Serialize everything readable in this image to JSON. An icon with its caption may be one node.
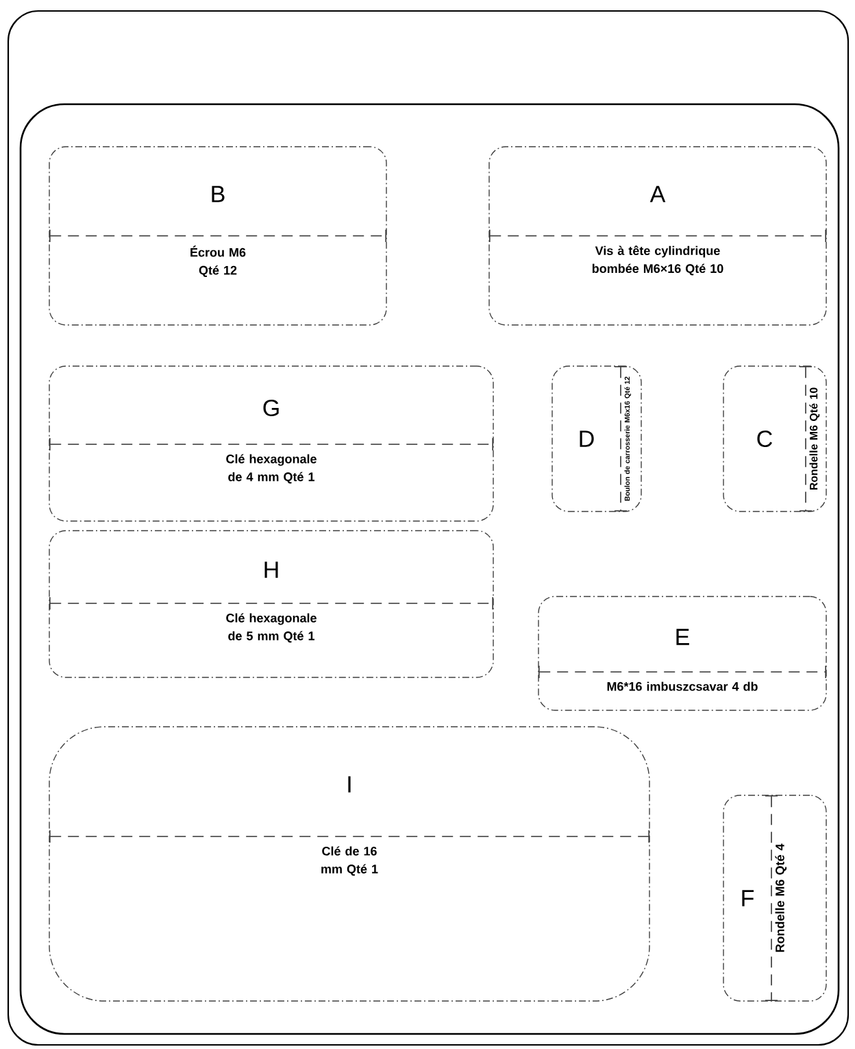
{
  "diagram": {
    "nodes": [
      {
        "text": [],
        "shape": "box"
      },
      {
        "text": [],
        "shape": "box",
        "in": 0
      },
      {
        "text": [
          "B",
          "Écrou M6 Qté 12"
        ],
        "in": 1
      },
      {
        "text": [
          "A",
          "Vis à tête cylindrique bombée M6×16 Qté 10"
        ],
        "in": 1
      },
      {
        "text": [
          "G",
          "Clé hexagonale de 4 mm Qté 1"
        ],
        "in": 1
      },
      {
        "text": [
          "D",
          "Boulon de carrosserie M6x16 Qté 12"
        ],
        "in": 1
      },
      {
        "text": [
          "C",
          "Rondelle M6 Qté 10"
        ],
        "in": 1
      },
      {
        "text": [
          "H",
          "Clé hexagonale de 5 mm Qté 1"
        ],
        "in": 1
      },
      {
        "text": [
          "E",
          "M6*16 imbuszcsavar 4 db"
        ],
        "in": 1
      },
      {
        "text": [
          "I",
          "Clé de 16 mm Qté 1"
        ],
        "in": 1
      },
      {
        "text": [
          "F",
          "Rondelle M6 Qté 4"
        ],
        "in": 1
      }
    ]
  }
}
